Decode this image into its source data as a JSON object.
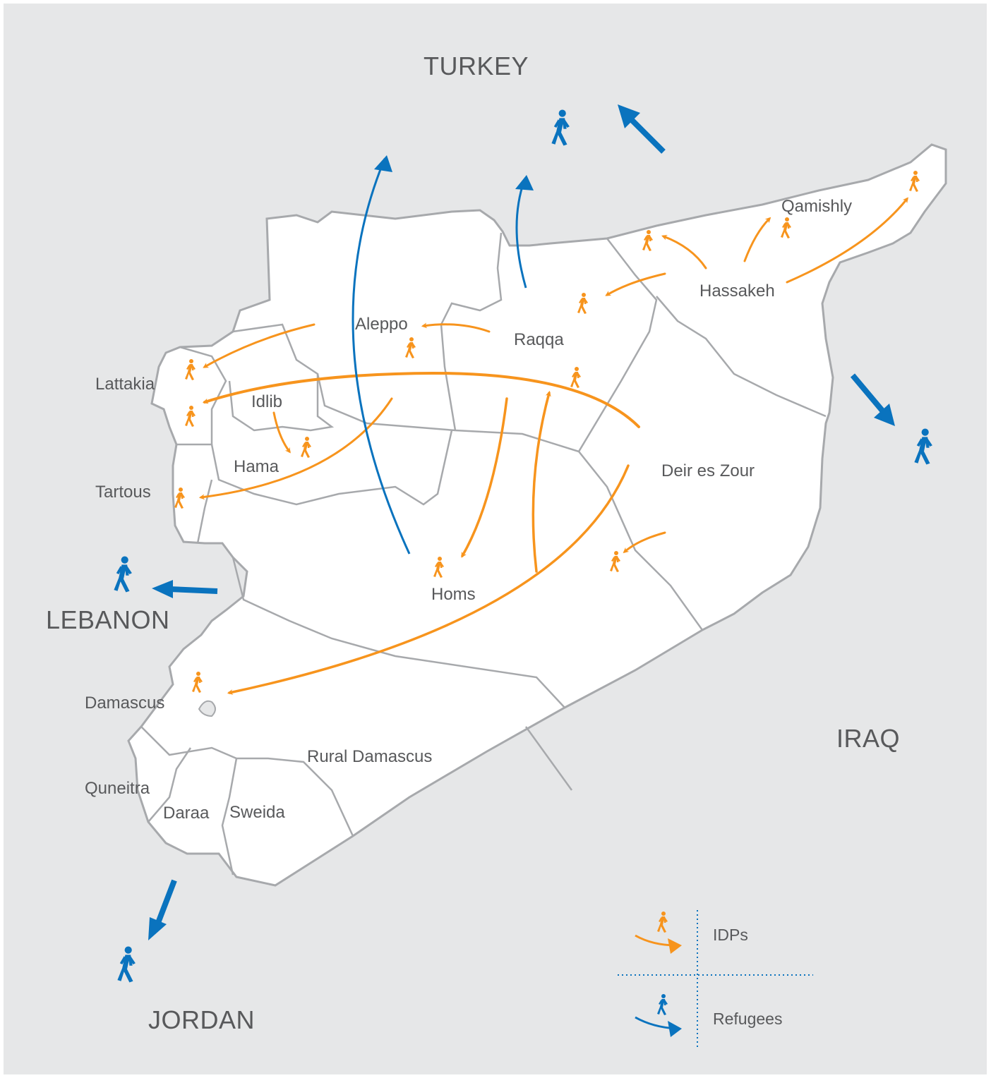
{
  "countries": {
    "turkey": "TURKEY",
    "lebanon": "LEBANON",
    "iraq": "IRAQ",
    "jordan": "JORDAN"
  },
  "governorates": {
    "aleppo": "Aleppo",
    "raqqa": "Raqqa",
    "hassakeh": "Hassakeh",
    "qamishly": "Qamishly",
    "lattakia": "Lattakia",
    "idlib": "Idlib",
    "hama": "Hama",
    "tartous": "Tartous",
    "deir_es_zour": "Deir es Zour",
    "homs": "Homs",
    "damascus": "Damascus",
    "rural_damascus": "Rural Damascus",
    "quneitra": "Quneitra",
    "daraa": "Daraa",
    "sweida": "Sweida"
  },
  "legend": {
    "idps": "IDPs",
    "refugees": "Refugees"
  },
  "colors": {
    "background": "#e6e7e8",
    "land": "#ffffff",
    "border": "#a7a9ac",
    "idp_orange": "#f7941d",
    "refugee_blue": "#0a73be",
    "text": "#58595b"
  },
  "icons": {
    "idp": "walking-person-icon-orange",
    "refugee": "walking-person-icon-blue"
  }
}
